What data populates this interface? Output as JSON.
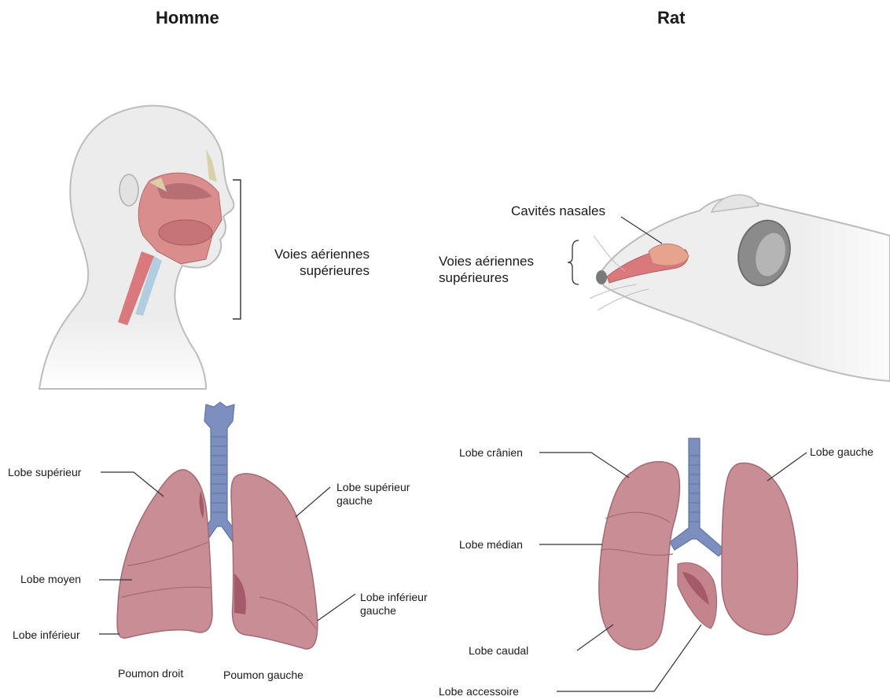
{
  "titles": {
    "human": "Homme",
    "rat": "Rat"
  },
  "human_upper": {
    "label_line1": "Voies aériennes",
    "label_line2": "supérieures"
  },
  "rat_upper": {
    "nasal": "Cavités nasales",
    "label_line1": "Voies aériennes",
    "label_line2": "supérieures"
  },
  "human_lungs": {
    "upper_lobe": "Lobe supérieur",
    "middle_lobe": "Lobe moyen",
    "lower_lobe": "Lobe inférieur",
    "left_upper_line1": "Lobe supérieur",
    "left_upper_line2": "gauche",
    "left_lower_line1": "Lobe inférieur",
    "left_lower_line2": "gauche",
    "right_lung": "Poumon droit",
    "left_lung": "Poumon gauche"
  },
  "rat_lungs": {
    "cranial": "Lobe crânien",
    "medial": "Lobe médian",
    "caudal": "Lobe caudal",
    "accessory": "Lobe accessoire",
    "left": "Lobe gauche"
  },
  "colors": {
    "lung": "#c98d95",
    "lung_dark": "#a45a68",
    "trachea": "#7c8fbe",
    "airway": "#d9787d",
    "skin": "#ececec",
    "outline": "#9a9a9a"
  }
}
